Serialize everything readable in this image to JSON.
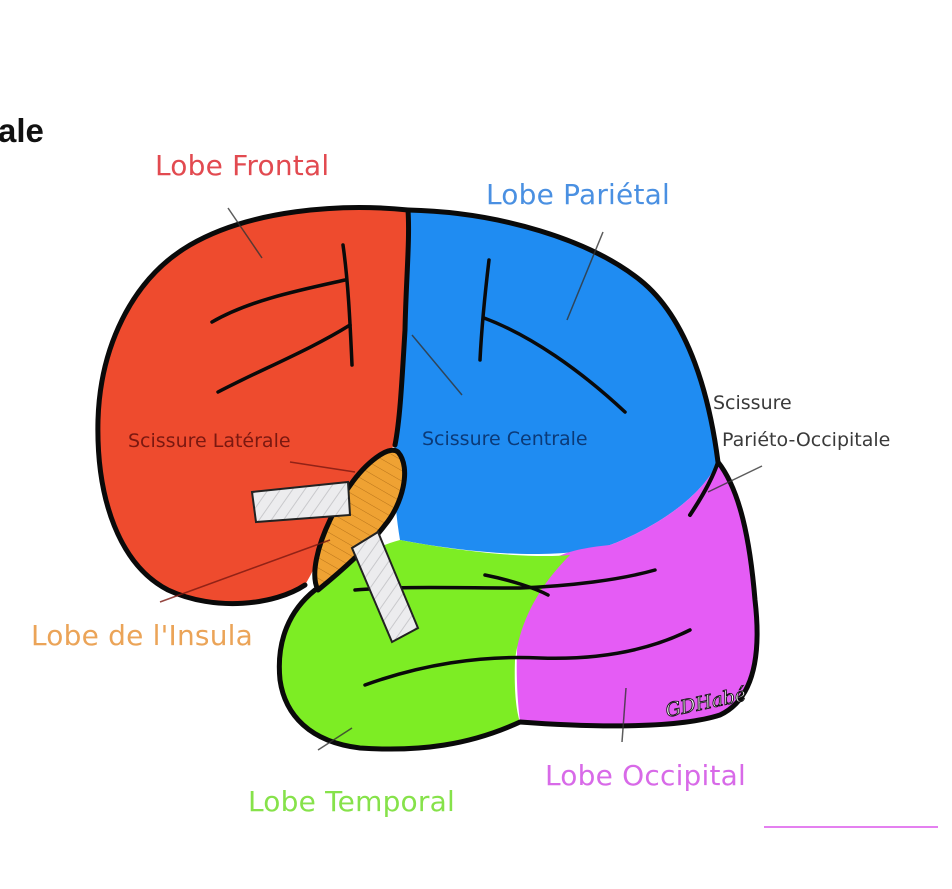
{
  "heading_fragment": "ale",
  "colors": {
    "frontal": "#ee4b2e",
    "parietal": "#1f8cf2",
    "occipital": "#e55cf5",
    "temporal": "#7ded24",
    "insula": "#efa233",
    "outline": "#0a0a0a",
    "bar": "#e8e8ea",
    "frontal_label": "#e24a50",
    "parietal_label": "#4a90e2",
    "occipital_label": "#d86ae8",
    "temporal_label": "#86e24a",
    "insula_label": "#eba458",
    "lateral_label": "#7a1810",
    "central_label": "#0b3a78",
    "po_label": "#3a3a3a",
    "rule_line": "#e480f0"
  },
  "labels": {
    "frontal": "Lobe Frontal",
    "parietal": "Lobe Pariétal",
    "temporal": "Lobe Temporal",
    "occipital": "Lobe Occipital",
    "insula": "Lobe de l'Insula",
    "scissure_laterale": "Scissure Latérale",
    "scissure_centrale": "Scissure Centrale",
    "scissure_po_line1": "Scissure",
    "scissure_po_line2": "Pariéto-Occipitale"
  },
  "signature": "GDHabé"
}
